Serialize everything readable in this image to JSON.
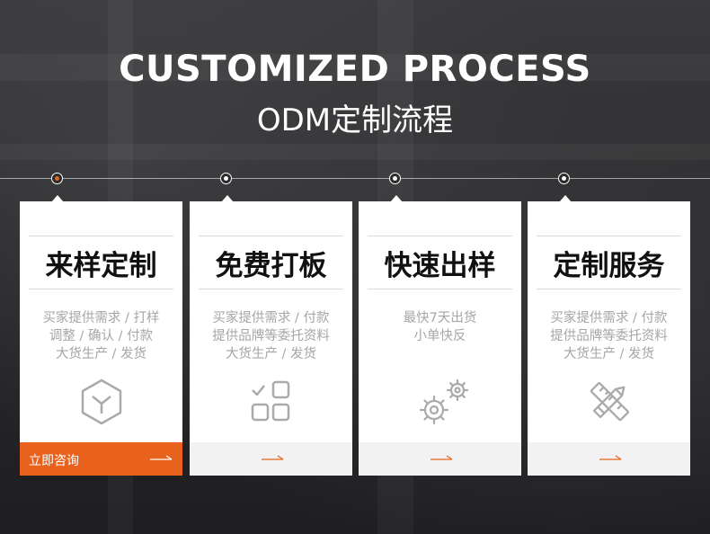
{
  "header": {
    "title": "CUSTOMIZED PROCESS",
    "subtitle": "ODM定制流程"
  },
  "colors": {
    "accent": "#e8621d",
    "card_bg": "#ffffff",
    "desc": "#a6a6a6"
  },
  "cards": [
    {
      "title": "来样定制",
      "desc": [
        "买家提供需求 / 打样",
        "调整 / 确认 / 付款",
        "大货生产 / 发货"
      ],
      "icon": "box-icon",
      "cta": "立即咨询"
    },
    {
      "title": "免费打板",
      "desc": [
        "买家提供需求 / 付款",
        "提供品牌等委托资料",
        "大货生产 / 发货"
      ],
      "icon": "grid-check-icon"
    },
    {
      "title": "快速出样",
      "desc": [
        "最快7天出货",
        "小单快反"
      ],
      "icon": "gears-icon"
    },
    {
      "title": "定制服务",
      "desc": [
        "买家提供需求 / 付款",
        "提供品牌等委托资料",
        "大货生产 / 发货"
      ],
      "icon": "ruler-pencil-icon"
    }
  ]
}
